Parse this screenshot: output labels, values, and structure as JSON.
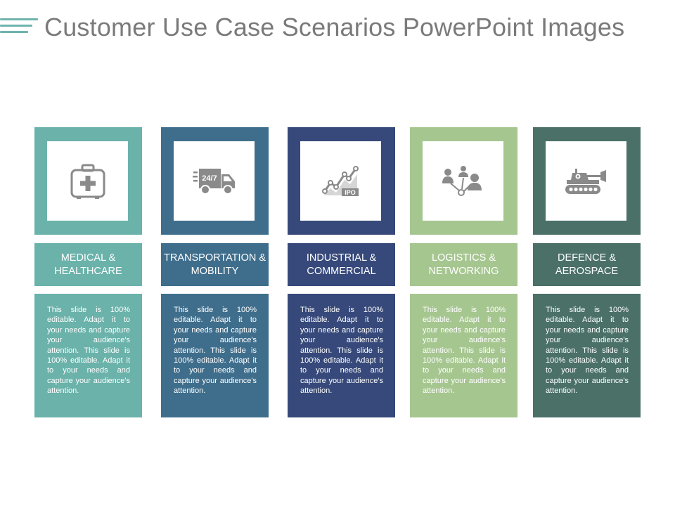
{
  "slide": {
    "title": "Customer Use Case Scenarios PowerPoint Images"
  },
  "columns": [
    {
      "label": "MEDICAL & HEALTHCARE",
      "icon": "first-aid-kit-icon",
      "color": "#6ab2aa",
      "description": "This slide is 100% editable. Adapt it to your needs and capture your audience's attention. This slide is 100% editable. Adapt it to your needs and capture your audience's attention."
    },
    {
      "label": "TRANSPORTATION & MOBILITY",
      "icon": "delivery-truck-icon",
      "icon_text": "24/7",
      "color": "#3f6e8c",
      "description": "This slide is 100% editable. Adapt it to your needs and capture your audience's attention. This slide is 100% editable. Adapt it to your needs and capture your audience's attention."
    },
    {
      "label": "INDUSTRIAL & COMMERCIAL",
      "icon": "ipo-growth-chart-icon",
      "icon_text": "IPO",
      "color": "#36497a",
      "description": "This slide is 100% editable. Adapt it to your needs and capture your audience's attention. This slide is 100% editable. Adapt it to your needs and capture your audience's attention."
    },
    {
      "label": "LOGISTICS & NETWORKING",
      "icon": "people-network-icon",
      "color": "#a6c690",
      "description": "This slide is 100% editable. Adapt it to your needs and capture your audience's attention. This slide is 100% editable. Adapt it to your needs and capture your audience's attention."
    },
    {
      "label": "DEFENCE & AEROSPACE",
      "icon": "tank-icon",
      "color": "#4a7068",
      "description": "This slide is 100% editable. Adapt it to your needs and capture your audience's attention. This slide is 100% editable. Adapt it to your needs and capture your audience's attention."
    }
  ],
  "theme": {
    "title_color": "#7a7a7a",
    "title_lines_color": "#6fb3ae",
    "icon_color": "#8a8a8a"
  }
}
